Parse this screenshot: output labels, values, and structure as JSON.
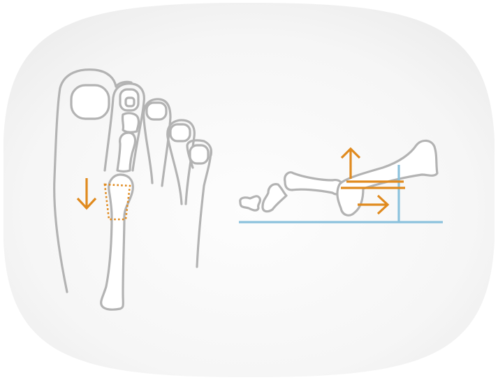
{
  "colors": {
    "background_top": "#f0f0f0",
    "background_bottom": "#fafafa",
    "bone_outline": "#b3b3b3",
    "accent": "#e08a1e",
    "reference_line": "#8cc2dd"
  },
  "panels": {
    "top_view": {
      "icon": "foot-top-view",
      "arrow": "arrow-down"
    },
    "side_view": {
      "icon": "foot-side-view",
      "arrows": [
        "arrow-up",
        "arrow-right"
      ]
    }
  }
}
